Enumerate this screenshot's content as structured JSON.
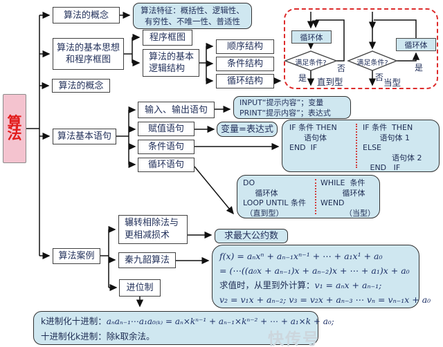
{
  "root": {
    "label": "算\n法"
  },
  "nodes": {
    "concept1": "算法的概念",
    "features": "算法特征：概括性、逻辑性、\n有穷性、不唯一性、普适性",
    "basic_idea": "算法的基本思想\n和程序框图",
    "program_flowchart": "程序框图",
    "logic_structure": "算法的基本\n逻辑结构",
    "sequence": "顺序结构",
    "condition": "条件结构",
    "loop": "循环结构",
    "concept2": "算法的概念",
    "statements": "算法基本语句",
    "io_statement": "输入、输出语句",
    "assign_statement": "赋值语句",
    "cond_statement": "条件语句",
    "loop_statement": "循环语句",
    "cases": "算法案例",
    "euclid": "辗转相除法与\n更相减损术",
    "qin": "秦九韶算法",
    "base_system": "进位制"
  },
  "details": {
    "io": "INPUT“提示内容”；变量\nPRINT“提示内容”；表达式",
    "assign": "变量=表达式",
    "if_left": "IF 条件 THEN\n      语句体\nEND  IF",
    "if_right": "IF 条件  THEN\n       语句体 1\nELSE\n            语句体 2\n   END   IF",
    "do_left": "DO\n     循环体\nLOOP UNTIL 条件\n （直到型）",
    "do_right": "WHILE  条件\n         循环体\nWEND\n          （当型）",
    "gcd": "求最大公约数",
    "horner": {
      "line1": "f(x) = aₙxⁿ + aₙ₋₁xⁿ⁻¹ + ⋯ + a₁x¹ + a₀",
      "line2": "= (⋯((a₀x + aₙ₋₁)x + aₙ₋₂)x + ⋯ + a₁)x + a₀",
      "line3_label": "求值时，从里到外计算：",
      "line3_math": "v₁ = aₙx + aₙ₋₁;",
      "line4": "v₂ = v₁x + aₙ₋₂; v₃ = v₂x + aₙ₋₃ ⋯ vₙ = vₙ₋₁x + a₀"
    },
    "base_conv": {
      "line1_label": "k进制化十进制：",
      "line1_math": "aₙaₙ₋₁⋯a₁a₀₍ₖ₎ = aₙ×kⁿ⁻¹ + aₙ₋₁×kⁿ⁻² + ⋯ + a₁×k + a₀;",
      "line2_label": "十进制化k进制：",
      "line2_text": "除k取余法。"
    }
  },
  "flowchart": {
    "loop_body1": "循环体",
    "cond1": "满足条件?",
    "yes1": "是",
    "no1": "否",
    "type1": "直到型",
    "loop_body2": "循环体",
    "cond2": "满足条件?",
    "yes2": "是",
    "no2": "否",
    "type2": "当型"
  },
  "watermark": "快传号",
  "colors": {
    "node_fill": "#ffffff",
    "blue_fill": "#cfe7f0",
    "root_fill": "#f4c3cf",
    "root_text": "#e21c1c",
    "dashed_border": "#dd2b2b",
    "edge": "#111111"
  }
}
